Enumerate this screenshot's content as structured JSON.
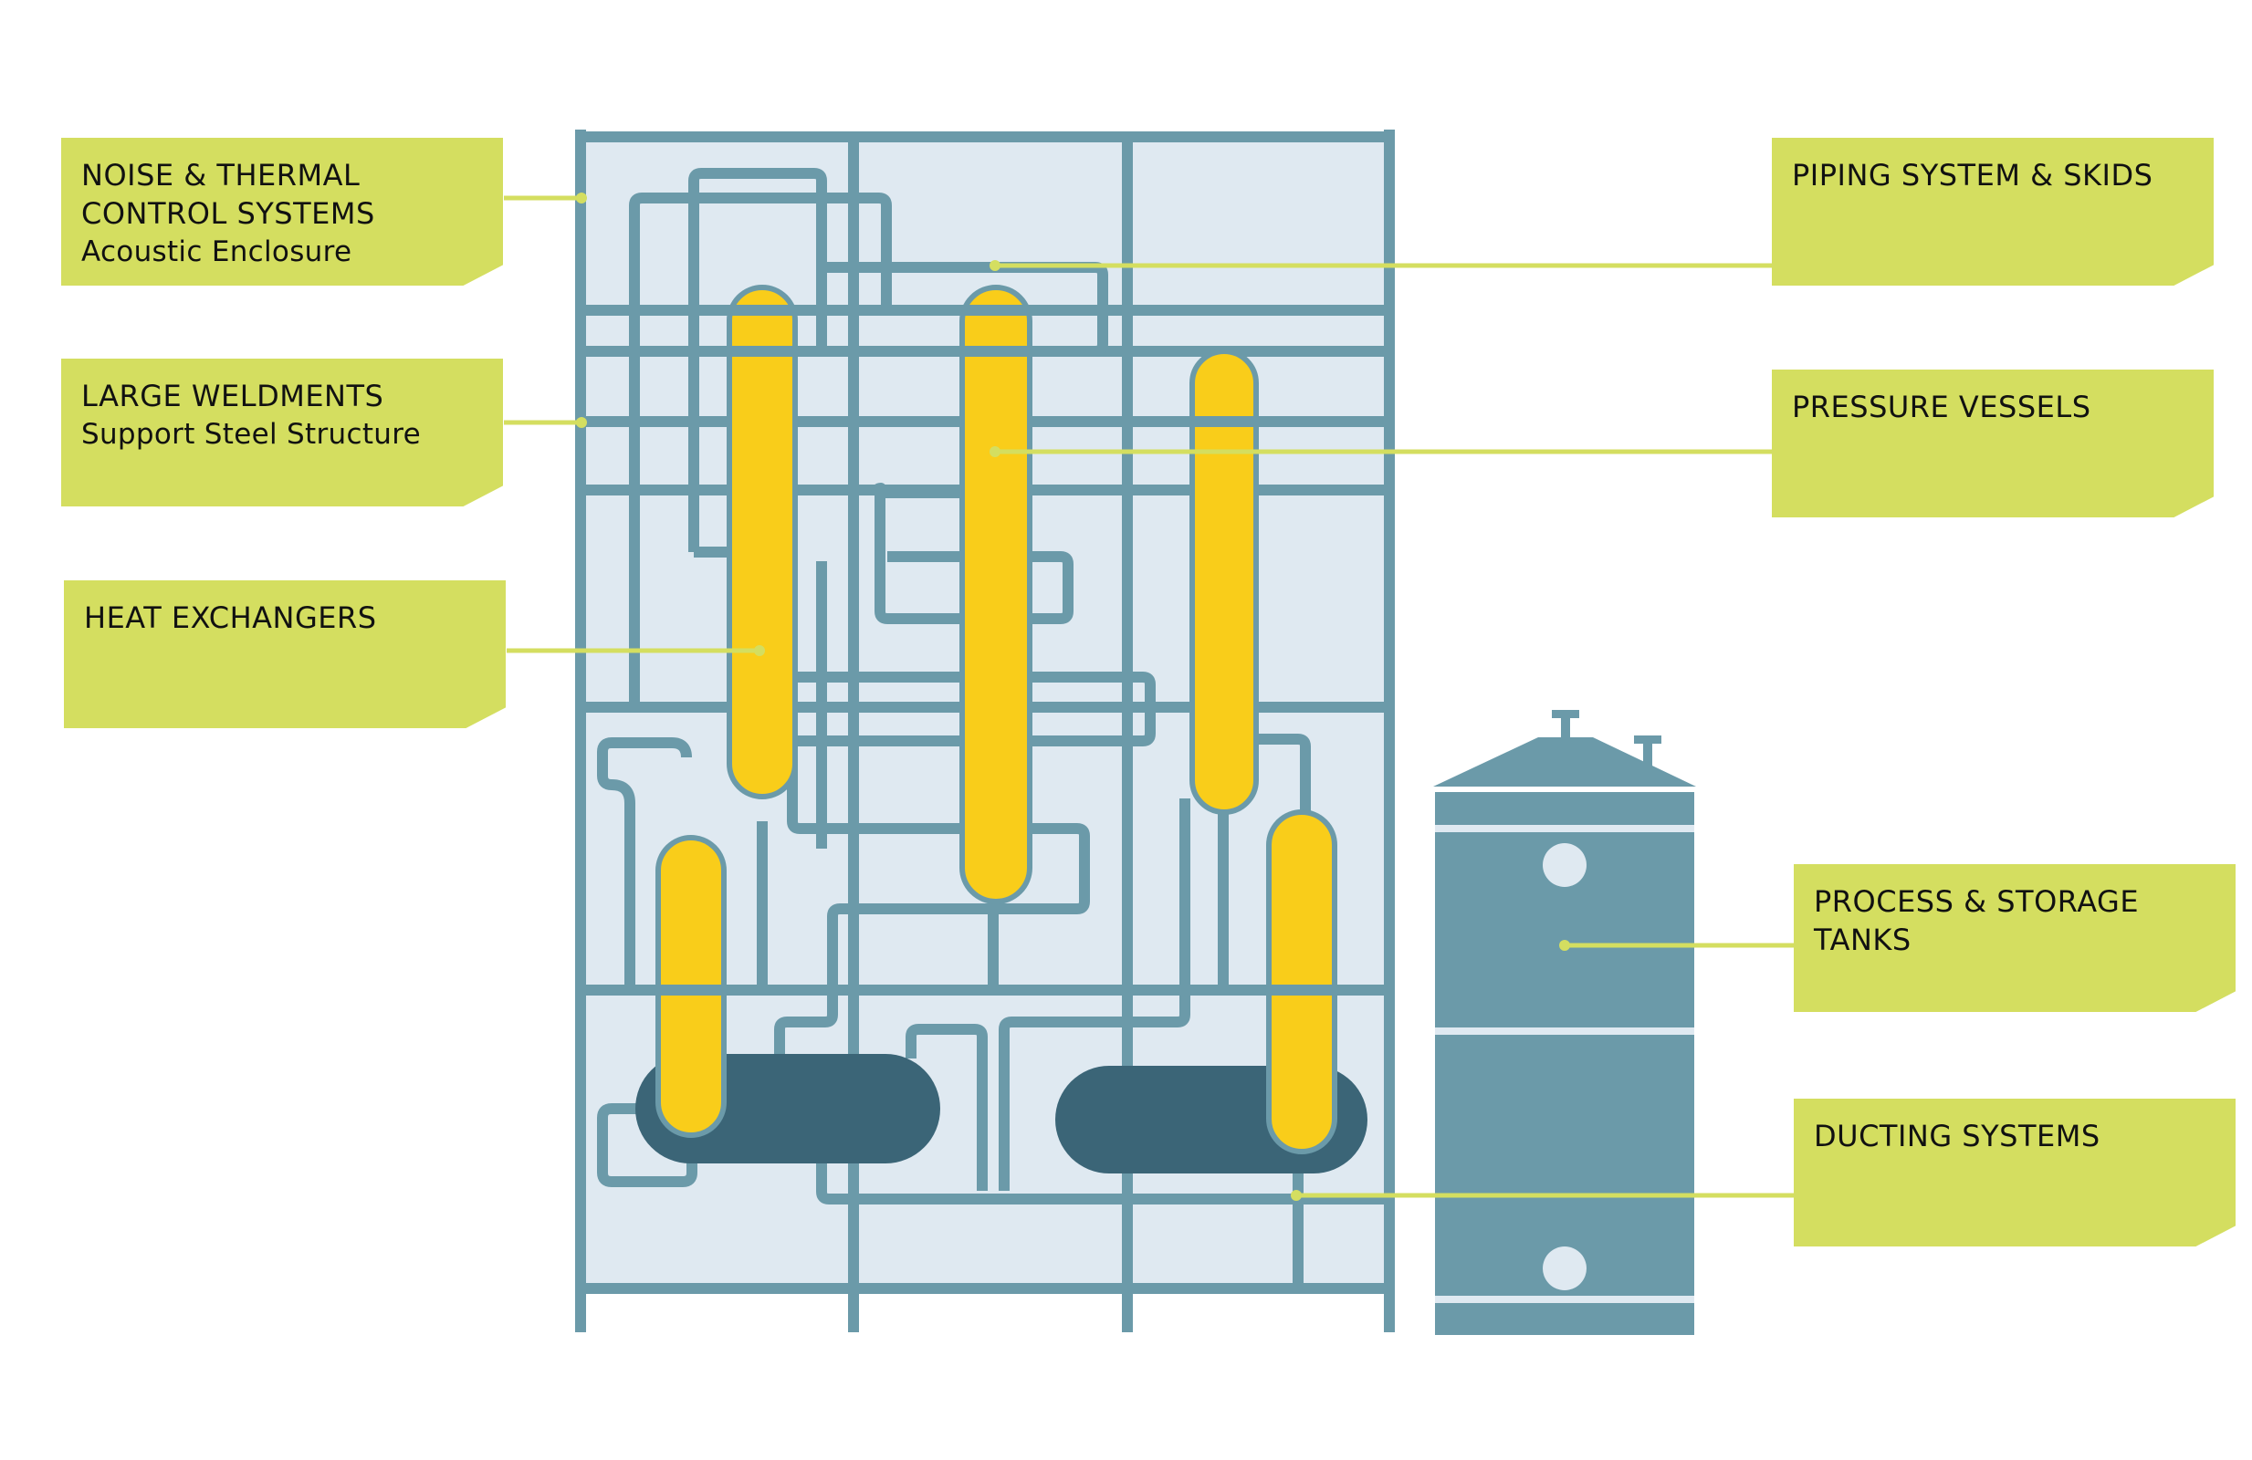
{
  "colors": {
    "frame": "#6b9aa9",
    "frame_fill": "#dfe9f1",
    "vessel": "#f9cd1a",
    "drum": "#3b6577",
    "tank": "#6b9aa9",
    "label_bg": "#d4de60",
    "leader": "#d4de60"
  },
  "labels": {
    "noise": {
      "title": "NOISE & THERMAL\nCONTROL SYSTEMS",
      "subtitle": "Acoustic Enclosure"
    },
    "weldments": {
      "title": "LARGE WELDMENTS",
      "subtitle": "Support Steel Structure"
    },
    "heat": {
      "title": "HEAT EXCHANGERS"
    },
    "piping": {
      "title": "PIPING SYSTEM & SKIDS"
    },
    "pressure": {
      "title": "PRESSURE VESSELS"
    },
    "tanks": {
      "title": "PROCESS & STORAGE\nTANKS"
    },
    "ducting": {
      "title": "DUCTING SYSTEMS"
    }
  }
}
